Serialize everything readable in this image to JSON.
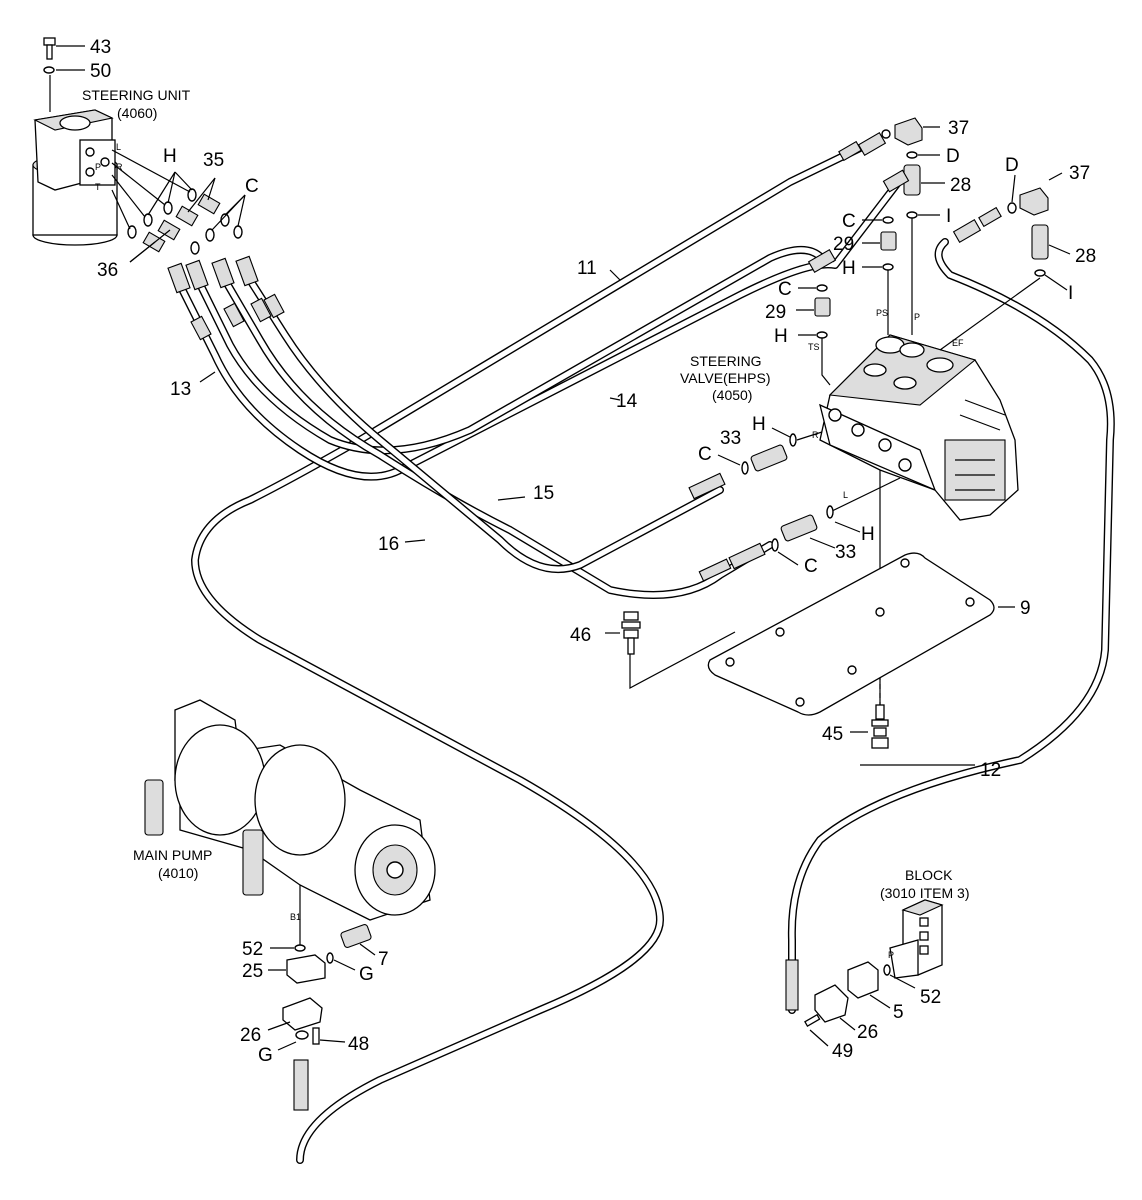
{
  "components": {
    "steering_unit": {
      "title": "STEERING UNIT",
      "code": "(4060)",
      "port_l": "L",
      "port_r": "R",
      "port_p": "P",
      "port_t": "T"
    },
    "steering_valve": {
      "title_1": "STEERING",
      "title_2": "VALVE(EHPS)",
      "code": "(4050)",
      "port_ps": "PS",
      "port_p": "P",
      "port_ts": "TS",
      "port_ef": "EF",
      "port_r": "R",
      "port_l": "L"
    },
    "main_pump": {
      "title": "MAIN PUMP",
      "code": "(4010)",
      "port_b1": "B1"
    },
    "block": {
      "title": "BLOCK",
      "code": "(3010 ITEM 3)",
      "port_p": "P"
    }
  },
  "callouts": {
    "c43": "43",
    "c50": "50",
    "cH_su": "H",
    "c35": "35",
    "cC_su": "C",
    "c36": "36",
    "c11": "11",
    "c13": "13",
    "c14": "14",
    "c15": "15",
    "c16": "16",
    "c37a": "37",
    "cD_a": "D",
    "c28a": "28",
    "cC_a": "C",
    "cI_a": "I",
    "c29a": "29",
    "cH_a": "H",
    "cC_b": "C",
    "c29b": "29",
    "cH_b": "H",
    "cD_b": "D",
    "c37b": "37",
    "c28b": "28",
    "cI_b": "I",
    "c33a": "33",
    "cH_c": "H",
    "cC_c": "C",
    "cH_d": "H",
    "c33b": "33",
    "cC_d": "C",
    "c9": "9",
    "c46": "46",
    "c45": "45",
    "c12": "12",
    "c52a": "52",
    "c7": "7",
    "c25": "25",
    "cG_a": "G",
    "c26a": "26",
    "cG_b": "G",
    "c48": "48",
    "c52b": "52",
    "c5": "5",
    "c26b": "26",
    "c49": "49"
  }
}
